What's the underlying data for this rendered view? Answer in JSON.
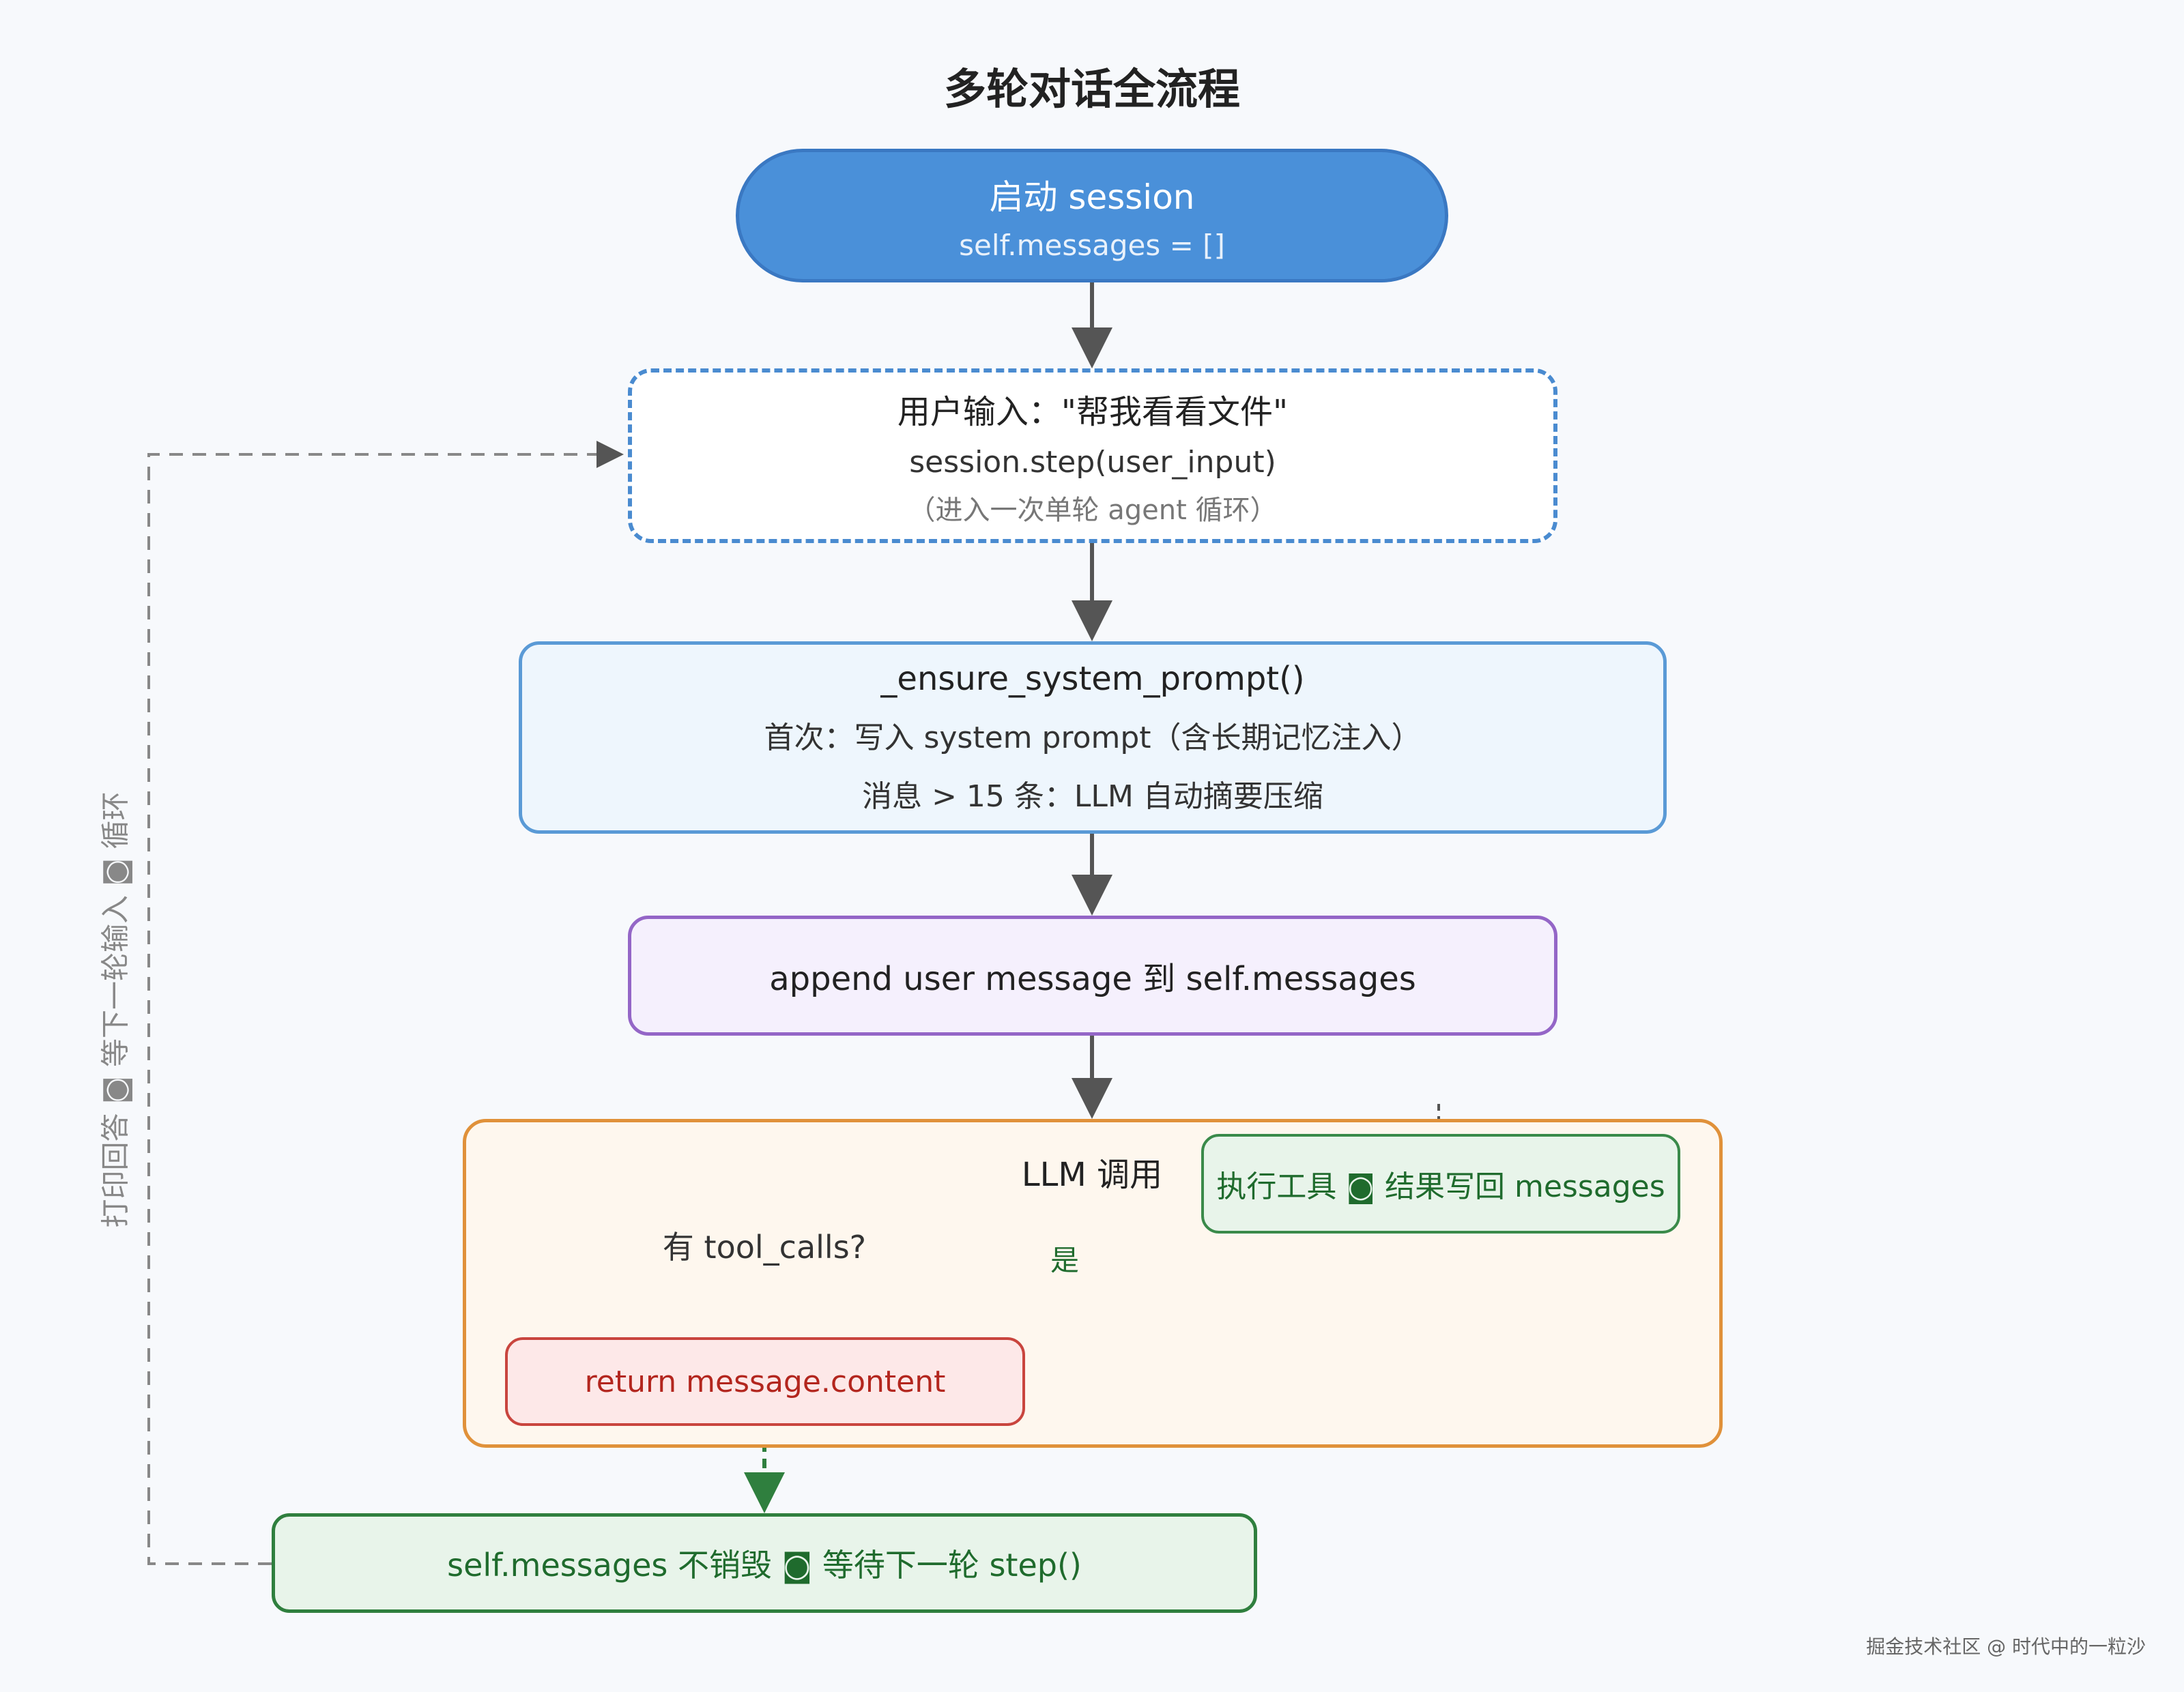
{
  "title": "多轮对话全流程",
  "nodes": {
    "start": {
      "line1": "启动 session",
      "line2": "self.messages = []"
    },
    "user_input": {
      "line1": "用户输入：\"帮我看看文件\"",
      "line2": "session.step(user_input)",
      "line3": "（进入一次单轮 agent 循环）"
    },
    "ensure": {
      "line1": "_ensure_system_prompt()",
      "line2": "首次：写入 system prompt（含长期记忆注入）",
      "line3": "消息 > 15 条：LLM 自动摘要压缩"
    },
    "append": {
      "line1": "append user message 到 self.messages"
    },
    "llm": {
      "label": "LLM 调用"
    },
    "exec_tool": {
      "line1": "执行工具 ◙ 结果写回 messages"
    },
    "question": {
      "line1": "有 tool_calls?"
    },
    "yes_label": "是",
    "return": {
      "line1": "return message.content"
    },
    "keep": {
      "line1": "self.messages 不销毁 ◙ 等待下一轮 step()"
    }
  },
  "loop_label": "打印回答 ◙ 等下一轮输入 ◙ 循环",
  "watermark": "掘金技术社区 @ 时代中的一粒沙",
  "colors": {
    "start_fill": "#4a90d9",
    "ensure_border": "#5a9ad6",
    "append_border": "#9466c7",
    "llm_border": "#e0913a",
    "exec_border": "#3a8a4a",
    "return_border": "#c9453e",
    "keep_border": "#2f7f3e",
    "arrow": "#555555",
    "loop_dashed": "#888888"
  }
}
